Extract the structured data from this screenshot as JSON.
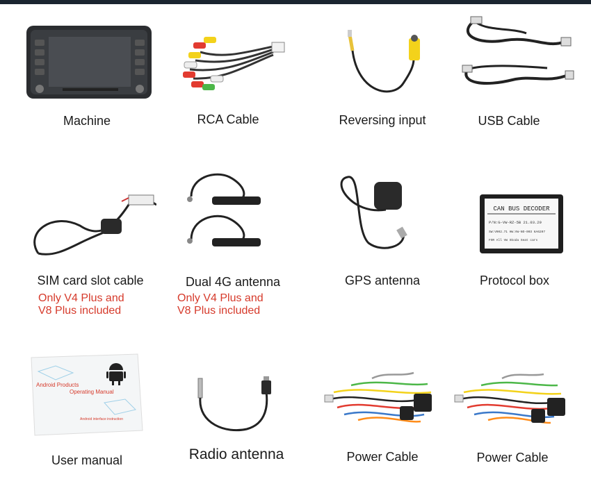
{
  "items": [
    {
      "label": "Machine"
    },
    {
      "label": "RCA Cable"
    },
    {
      "label": "Reversing input"
    },
    {
      "label": "USB Cable"
    },
    {
      "label": "SIM card slot cable",
      "note": [
        "Only V4 Plus and",
        "V8 Plus included"
      ]
    },
    {
      "label": "Dual 4G antenna",
      "note": [
        "Only V4 Plus and",
        "V8 Plus included"
      ]
    },
    {
      "label": "GPS antenna"
    },
    {
      "label": "Protocol box",
      "box_text": [
        "CAN BUS DECODER",
        "P/N:G-VW-RZ-5B  21.03.29",
        "SW:V002.71 HW:VW-NO-003 6A6207",
        "FOR All VW Skoda Seat cars"
      ]
    },
    {
      "label": "User manual",
      "manual_text": [
        "Android Products",
        "Operating Manual",
        "Android interface instruction"
      ]
    },
    {
      "label": "Radio antenna"
    },
    {
      "label": "Power Cable"
    },
    {
      "label": "Power Cable"
    }
  ],
  "colors": {
    "note": "#d63a2b",
    "topbar": "#1b2530"
  },
  "icons": [
    "car-stereo-icon",
    "rca-cable-icon",
    "reversing-cable-icon",
    "usb-cable-icon",
    "sim-cable-icon",
    "antenna-4g-icon",
    "gps-antenna-icon",
    "protocol-box-icon",
    "manual-icon",
    "radio-antenna-icon",
    "power-cable-icon",
    "android-robot-icon"
  ]
}
